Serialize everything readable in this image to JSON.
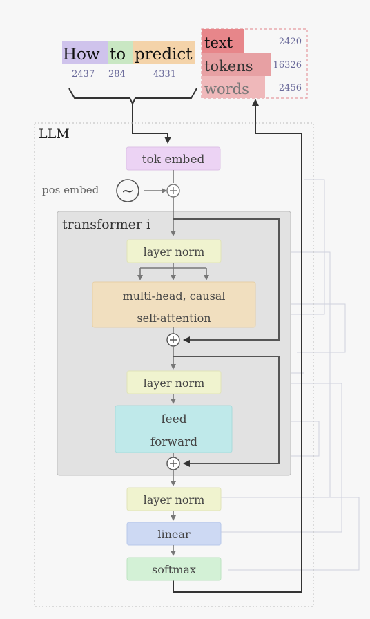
{
  "input_tokens": [
    {
      "word": "How",
      "id": "2437",
      "color": "#cfc3ec"
    },
    {
      "word": "to",
      "id": "284",
      "color": "#c9e7c3"
    },
    {
      "word": "predict",
      "id": "4331",
      "color": "#f4d3a9"
    }
  ],
  "output_tokens": [
    {
      "word": "text",
      "prob": "2420",
      "color": "#e7868a"
    },
    {
      "word": "tokens",
      "prob": "16326",
      "color": "#e7a0a3"
    },
    {
      "word": "words",
      "prob": "2456",
      "color": "#efb8ba"
    }
  ],
  "llm_label": "LLM",
  "pos_embed_label": "pos embed",
  "pos_embed_symbol": "~",
  "plus_symbol": "+",
  "transformer_label": "transformer i",
  "blocks": {
    "tok_embed": "tok embed",
    "layer_norm_1": "layer norm",
    "attention_line1": "multi-head, causal",
    "attention_line2": "self-attention",
    "layer_norm_2": "layer norm",
    "ffn_line1": "feed",
    "ffn_line2": "forward",
    "layer_norm_3": "layer norm",
    "linear": "linear",
    "softmax": "softmax"
  },
  "colors": {
    "tok_embed": "#ecd3f4",
    "layer_norm": "#f0f3cf",
    "attention": "#f1dfbf",
    "ffn": "#bfe9ea",
    "linear": "#cdd9f3",
    "softmax": "#d3f1d6",
    "transformer_bg": "#e2e2e2",
    "arrow": "#777777",
    "arrow_dark": "#444444"
  }
}
